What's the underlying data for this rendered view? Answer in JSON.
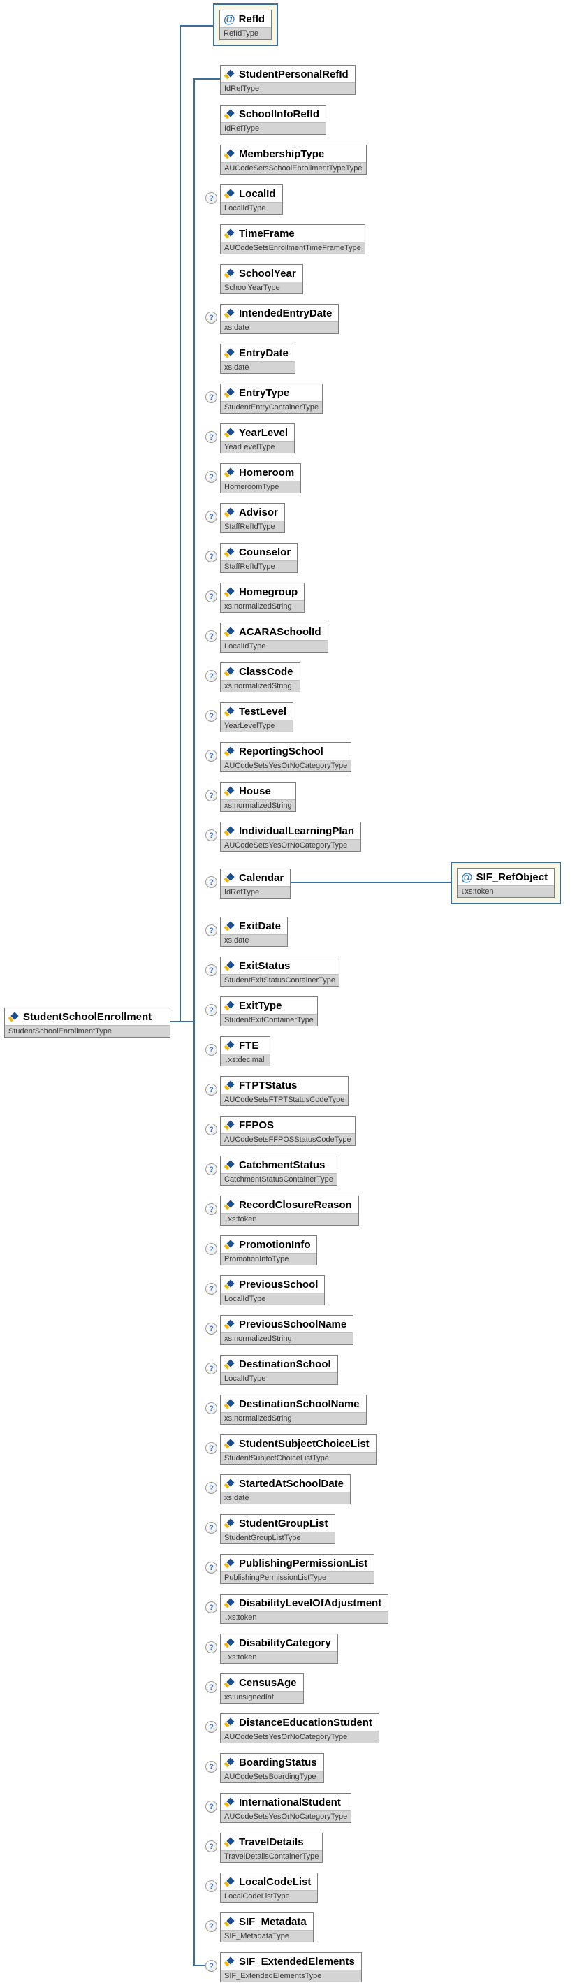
{
  "root": {
    "name": "StudentSchoolEnrollment",
    "type": "StudentSchoolEnrollmentType"
  },
  "refid": {
    "name": "RefId",
    "type": "RefIdType",
    "kind": "attribute"
  },
  "sif_refobject": {
    "name": "SIF_RefObject",
    "type": "↓xs:token",
    "kind": "attribute"
  },
  "icons": {
    "attribute_glyph": "@",
    "optional_glyph": "?"
  },
  "colors": {
    "connector": "#3c6e9c",
    "container_bg": "#f8f7e4",
    "container_border": "#3c6e9c",
    "strip_bg": "#d4d4d4",
    "node_border": "#7e7e7e",
    "optional_ring": "#9a9a9a",
    "optional_glyph_color": "#3a6fd0",
    "attribute_glyph_color": "#2d6fb5"
  },
  "children": [
    {
      "name": "StudentPersonalRefId",
      "type": "IdRefType",
      "optional": false
    },
    {
      "name": "SchoolInfoRefId",
      "type": "IdRefType",
      "optional": false
    },
    {
      "name": "MembershipType",
      "type": "AUCodeSetsSchoolEnrollmentTypeType",
      "optional": false
    },
    {
      "name": "LocalId",
      "type": "LocalIdType",
      "optional": true
    },
    {
      "name": "TimeFrame",
      "type": "AUCodeSetsEnrollmentTimeFrameType",
      "optional": false
    },
    {
      "name": "SchoolYear",
      "type": "SchoolYearType",
      "optional": false
    },
    {
      "name": "IntendedEntryDate",
      "type": "xs:date",
      "optional": true
    },
    {
      "name": "EntryDate",
      "type": "xs:date",
      "optional": false
    },
    {
      "name": "EntryType",
      "type": "StudentEntryContainerType",
      "optional": true
    },
    {
      "name": "YearLevel",
      "type": "YearLevelType",
      "optional": true
    },
    {
      "name": "Homeroom",
      "type": "HomeroomType",
      "optional": true
    },
    {
      "name": "Advisor",
      "type": "StaffRefIdType",
      "optional": true
    },
    {
      "name": "Counselor",
      "type": "StaffRefIdType",
      "optional": true
    },
    {
      "name": "Homegroup",
      "type": "xs:normalizedString",
      "optional": true
    },
    {
      "name": "ACARASchoolId",
      "type": "LocalIdType",
      "optional": true
    },
    {
      "name": "ClassCode",
      "type": "xs:normalizedString",
      "optional": true
    },
    {
      "name": "TestLevel",
      "type": "YearLevelType",
      "optional": true
    },
    {
      "name": "ReportingSchool",
      "type": "AUCodeSetsYesOrNoCategoryType",
      "optional": true
    },
    {
      "name": "House",
      "type": "xs:normalizedString",
      "optional": true
    },
    {
      "name": "IndividualLearningPlan",
      "type": "AUCodeSetsYesOrNoCategoryType",
      "optional": true
    },
    {
      "name": "Calendar",
      "type": "IdRefType",
      "optional": true
    },
    {
      "name": "ExitDate",
      "type": "xs:date",
      "optional": true
    },
    {
      "name": "ExitStatus",
      "type": "StudentExitStatusContainerType",
      "optional": true
    },
    {
      "name": "ExitType",
      "type": "StudentExitContainerType",
      "optional": true
    },
    {
      "name": "FTE",
      "type": "↓xs:decimal",
      "optional": true
    },
    {
      "name": "FTPTStatus",
      "type": "AUCodeSetsFTPTStatusCodeType",
      "optional": true
    },
    {
      "name": "FFPOS",
      "type": "AUCodeSetsFFPOSStatusCodeType",
      "optional": true
    },
    {
      "name": "CatchmentStatus",
      "type": "CatchmentStatusContainerType",
      "optional": true
    },
    {
      "name": "RecordClosureReason",
      "type": "↓xs:token",
      "optional": true
    },
    {
      "name": "PromotionInfo",
      "type": "PromotionInfoType",
      "optional": true
    },
    {
      "name": "PreviousSchool",
      "type": "LocalIdType",
      "optional": true
    },
    {
      "name": "PreviousSchoolName",
      "type": "xs:normalizedString",
      "optional": true
    },
    {
      "name": "DestinationSchool",
      "type": "LocalIdType",
      "optional": true
    },
    {
      "name": "DestinationSchoolName",
      "type": "xs:normalizedString",
      "optional": true
    },
    {
      "name": "StudentSubjectChoiceList",
      "type": "StudentSubjectChoiceListType",
      "optional": true
    },
    {
      "name": "StartedAtSchoolDate",
      "type": "xs:date",
      "optional": true
    },
    {
      "name": "StudentGroupList",
      "type": "StudentGroupListType",
      "optional": true
    },
    {
      "name": "PublishingPermissionList",
      "type": "PublishingPermissionListType",
      "optional": true
    },
    {
      "name": "DisabilityLevelOfAdjustment",
      "type": "↓xs:token",
      "optional": true
    },
    {
      "name": "DisabilityCategory",
      "type": "↓xs:token",
      "optional": true
    },
    {
      "name": "CensusAge",
      "type": "xs:unsignedInt",
      "optional": true
    },
    {
      "name": "DistanceEducationStudent",
      "type": "AUCodeSetsYesOrNoCategoryType",
      "optional": true
    },
    {
      "name": "BoardingStatus",
      "type": "AUCodeSetsBoardingType",
      "optional": true
    },
    {
      "name": "InternationalStudent",
      "type": "AUCodeSetsYesOrNoCategoryType",
      "optional": true
    },
    {
      "name": "TravelDetails",
      "type": "TravelDetailsContainerType",
      "optional": true
    },
    {
      "name": "LocalCodeList",
      "type": "LocalCodeListType",
      "optional": true
    },
    {
      "name": "SIF_Metadata",
      "type": "SIF_MetadataType",
      "optional": true
    },
    {
      "name": "SIF_ExtendedElements",
      "type": "SIF_ExtendedElementsType",
      "optional": true
    }
  ]
}
